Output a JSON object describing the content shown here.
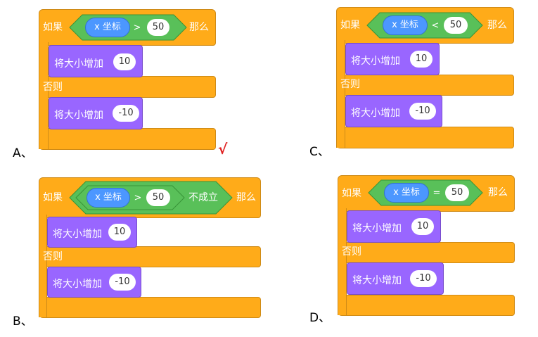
{
  "options": [
    {
      "letter": "A、",
      "if_label": "如果",
      "reporter": "x 坐标",
      "operator": ">",
      "compare_value": "50",
      "extra": "",
      "then_label": "那么",
      "action1_label": "将大小增加",
      "action1_value": "10",
      "else_label": "否则",
      "action2_label": "将大小增加",
      "action2_value": "-10",
      "mark": "√"
    },
    {
      "letter": "B、",
      "if_label": "如果",
      "reporter": "x 坐标",
      "operator": ">",
      "compare_value": "50",
      "extra": "不成立",
      "then_label": "那么",
      "action1_label": "将大小增加",
      "action1_value": "10",
      "else_label": "否则",
      "action2_label": "将大小增加",
      "action2_value": "-10",
      "mark": ""
    },
    {
      "letter": "C、",
      "if_label": "如果",
      "reporter": "x 坐标",
      "operator": "<",
      "compare_value": "50",
      "extra": "",
      "then_label": "那么",
      "action1_label": "将大小增加",
      "action1_value": "10",
      "else_label": "否则",
      "action2_label": "将大小增加",
      "action2_value": "-10",
      "mark": ""
    },
    {
      "letter": "D、",
      "if_label": "如果",
      "reporter": "x 坐标",
      "operator": "=",
      "compare_value": "50",
      "extra": "",
      "then_label": "那么",
      "action1_label": "将大小增加",
      "action1_value": "10",
      "else_label": "否则",
      "action2_label": "将大小增加",
      "action2_value": "-10",
      "mark": ""
    }
  ],
  "colors": {
    "control": "#FFAB19",
    "looks": "#9966FF",
    "operators": "#59C059",
    "motion": "#4C97FF",
    "mark": "#E02020"
  }
}
